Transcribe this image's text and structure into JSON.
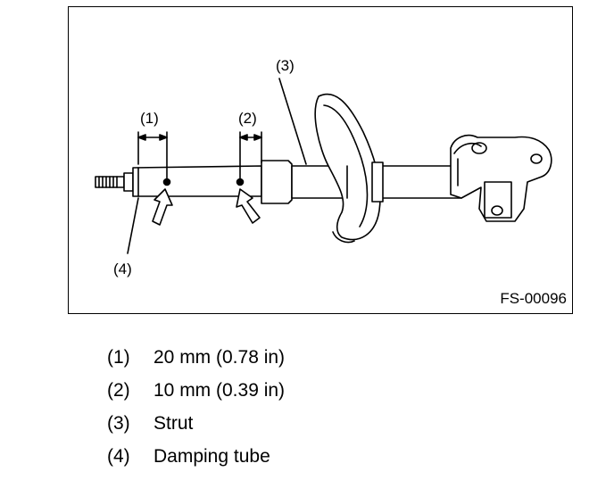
{
  "figure": {
    "code": "FS-00096",
    "callouts": [
      "(1)",
      "(2)",
      "(3)",
      "(4)"
    ]
  },
  "legend": [
    {
      "num": "(1)",
      "text": "20 mm (0.78 in)"
    },
    {
      "num": "(2)",
      "text": "10 mm (0.39 in)"
    },
    {
      "num": "(3)",
      "text": "Strut"
    },
    {
      "num": "(4)",
      "text": "Damping tube"
    }
  ]
}
